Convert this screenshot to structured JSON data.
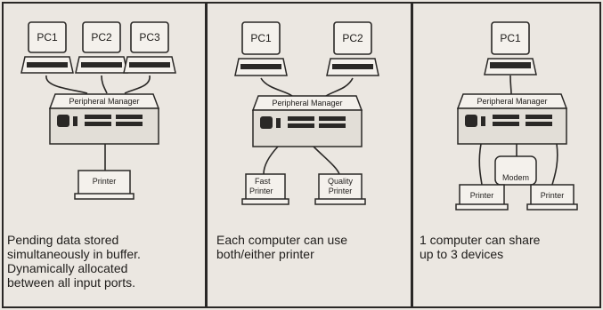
{
  "panels": [
    {
      "computers": [
        "PC1",
        "PC2",
        "PC3"
      ],
      "hub_label": "Peripheral Manager",
      "devices": [
        [
          "Printer"
        ]
      ],
      "caption": [
        "Pending data stored",
        "simultaneously in buffer.",
        "Dynamically allocated",
        "between all input ports."
      ]
    },
    {
      "computers": [
        "PC1",
        "PC2"
      ],
      "hub_label": "Peripheral Manager",
      "devices": [
        [
          "Fast",
          "Printer"
        ],
        [
          "Quality",
          "Printer"
        ]
      ],
      "caption": [
        "Each computer can use",
        "both/either printer"
      ]
    },
    {
      "computers": [
        "PC1"
      ],
      "hub_label": "Peripheral Manager",
      "devices": [
        [
          "Printer"
        ],
        [
          "Modem"
        ],
        [
          "Printer"
        ]
      ],
      "caption": [
        "1 computer can share",
        "up to 3 devices"
      ]
    }
  ]
}
